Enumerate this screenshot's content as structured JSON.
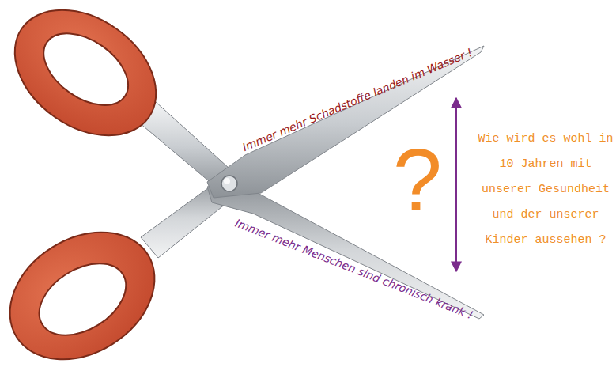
{
  "diagram": {
    "labels": [
      "Immer mehr Schadstoffe landen im Wasser !",
      "Immer mehr Menschen sind chronisch krank !",
      "?",
      "Wie wird es wohl in 10 Jahren mit unserer Gesundheit und der unserer Kinder aussehen ?"
    ]
  }
}
